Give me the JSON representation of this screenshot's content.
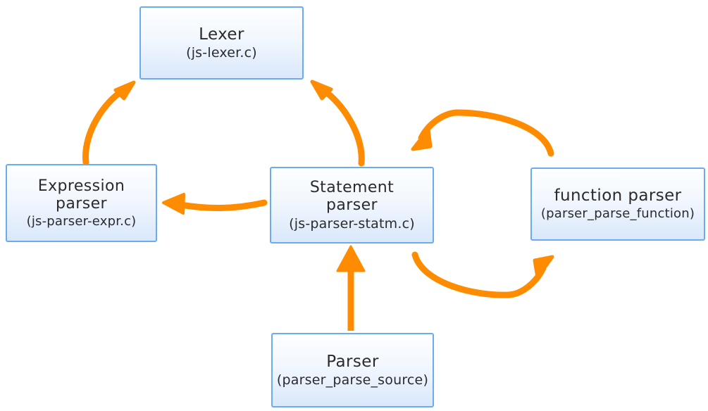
{
  "diagram": {
    "type": "flow-diagram",
    "title": "",
    "colors": {
      "node_border": "#6bacf0",
      "node_fill_top": "#fdfeff",
      "node_fill_bottom": "#d9e8fb",
      "arrow": "#ff8c00",
      "text": "#2b2b2b",
      "background": "#ffffff"
    },
    "nodes": [
      {
        "id": "lexer",
        "title": "Lexer",
        "sub": "(js-lexer.c)"
      },
      {
        "id": "expr",
        "title": "Expression\nparser",
        "title_line1": "Expression",
        "title_line2": "parser",
        "sub": "(js-parser-expr.c)"
      },
      {
        "id": "statm",
        "title_line1": "Statement",
        "title_line2": "parser",
        "sub": "(js-parser-statm.c)"
      },
      {
        "id": "function",
        "title": "function parser",
        "sub": "(parser_parse_function)"
      },
      {
        "id": "parser",
        "title": "Parser",
        "sub": "(parser_parse_source)"
      }
    ],
    "edges": [
      {
        "id": "expr-to-lexer",
        "from": "expr",
        "to": "lexer",
        "style": "curved"
      },
      {
        "id": "statm-to-lexer",
        "from": "statm",
        "to": "lexer",
        "style": "curved"
      },
      {
        "id": "statm-to-expr",
        "from": "statm",
        "to": "expr",
        "style": "curved-horizontal"
      },
      {
        "id": "function-to-statm",
        "from": "function",
        "to": "statm",
        "style": "arc-over"
      },
      {
        "id": "statm-to-function",
        "from": "statm",
        "to": "function",
        "style": "arc-under"
      },
      {
        "id": "parser-to-statm",
        "from": "parser",
        "to": "statm",
        "style": "straight-vertical"
      }
    ]
  }
}
